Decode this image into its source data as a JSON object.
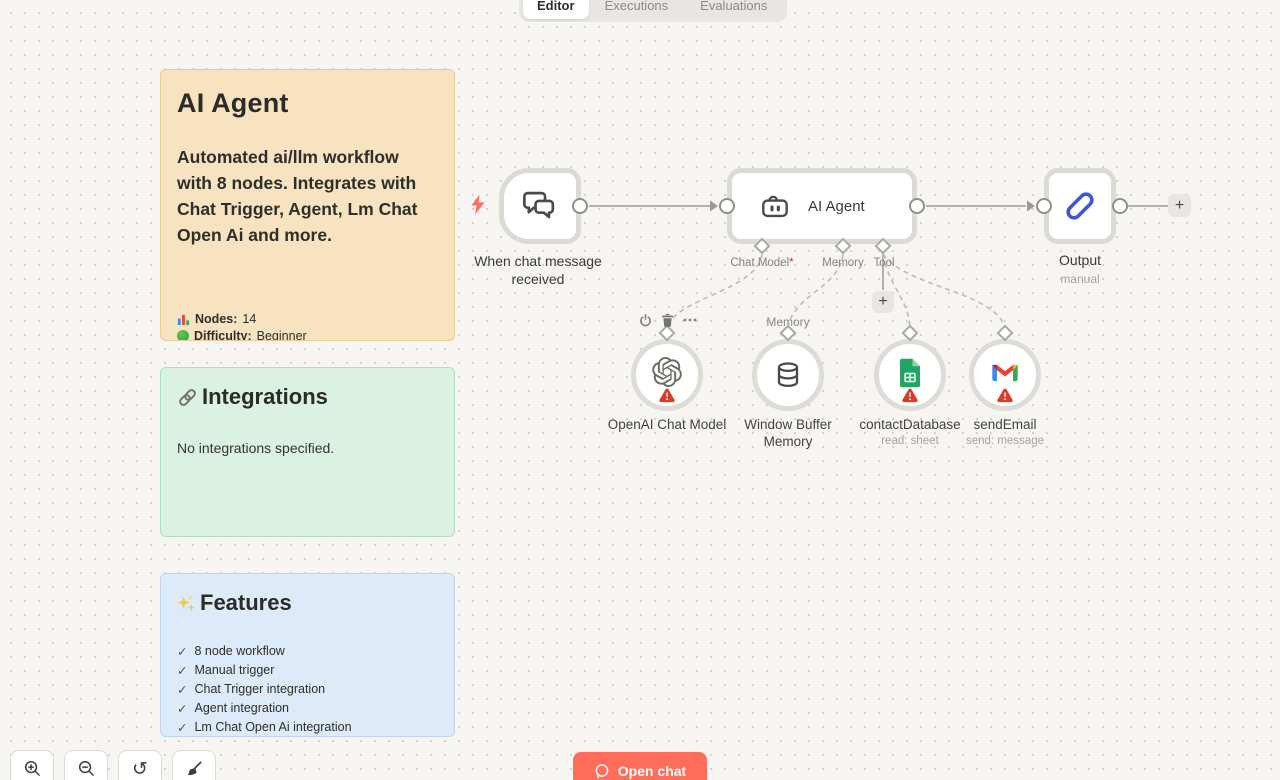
{
  "tabs": {
    "items": [
      {
        "label": "Editor",
        "active": true
      },
      {
        "label": "Executions",
        "active": false
      },
      {
        "label": "Evaluations",
        "active": false
      }
    ]
  },
  "notes": {
    "overview": {
      "title": "AI Agent",
      "description": "Automated ai/llm workflow with 8 nodes. Integrates with Chat Trigger, Agent, Lm Chat Open Ai and more.",
      "stats": [
        {
          "icon": "bar-chart-icon",
          "label": "Nodes:",
          "value": "14"
        },
        {
          "icon": "green-circle-icon",
          "label": "Difficulty:",
          "value": "Beginner"
        }
      ],
      "colors": {
        "bg": "#f8e3c0",
        "border": "#eacb92"
      }
    },
    "integrations": {
      "icon": "link-icon",
      "title": "Integrations",
      "body": "No integrations specified.",
      "colors": {
        "bg": "#dbf2e2",
        "border": "#afdcbd"
      }
    },
    "features": {
      "icon": "sparkles-icon",
      "title": "Features",
      "check_glyph": "✓",
      "items": [
        "8 node workflow",
        "Manual trigger",
        "Chat Trigger integration",
        "Agent integration",
        "Lm Chat Open Ai integration"
      ],
      "colors": {
        "bg": "#dceafa",
        "border": "#bdd6ee"
      }
    }
  },
  "workflow": {
    "trigger": {
      "name": "When chat message received",
      "icon": "chat-bubbles-icon"
    },
    "agent": {
      "name": "AI Agent",
      "icon": "robot-icon",
      "ports": [
        {
          "label": "Chat Model",
          "required": "*"
        },
        {
          "label": "Memory",
          "required": ""
        },
        {
          "label": "Tool",
          "required": ""
        }
      ]
    },
    "output": {
      "name": "Output",
      "subtitle": "manual",
      "icon": "pen-icon"
    },
    "subnodes": [
      {
        "name": "OpenAI Chat Model",
        "subtitle": "",
        "icon": "openai-icon",
        "warning": true
      },
      {
        "name": "Window Buffer Memory",
        "subtitle": "",
        "icon": "database-icon",
        "warning": false
      },
      {
        "name": "contactDatabase",
        "subtitle": "read: sheet",
        "icon": "google-sheets-icon",
        "warning": true
      },
      {
        "name": "sendEmail",
        "subtitle": "send: message",
        "icon": "gmail-icon",
        "warning": true
      }
    ],
    "memory_connection_label": "Memory",
    "node_toolbar": {
      "icons": [
        "power-icon",
        "trash-icon",
        "ellipsis-icon"
      ]
    },
    "plus_glyph": "+"
  },
  "controls": {
    "buttons": [
      "zoom-in-icon",
      "zoom-out-icon",
      "reset-zoom-icon",
      "tidy-up-icon"
    ],
    "undo_glyph": "↺"
  },
  "chat_button": {
    "label": "Open chat",
    "icon": "chat-bubble-icon",
    "bg": "#ff6d5a"
  },
  "colors": {
    "canvas_bg": "#f6f5f1",
    "accent": "#ff6d5a",
    "warning_red": "#de3a26",
    "node_border": "#dcdad5",
    "pen_blue": "#3d56e0"
  }
}
